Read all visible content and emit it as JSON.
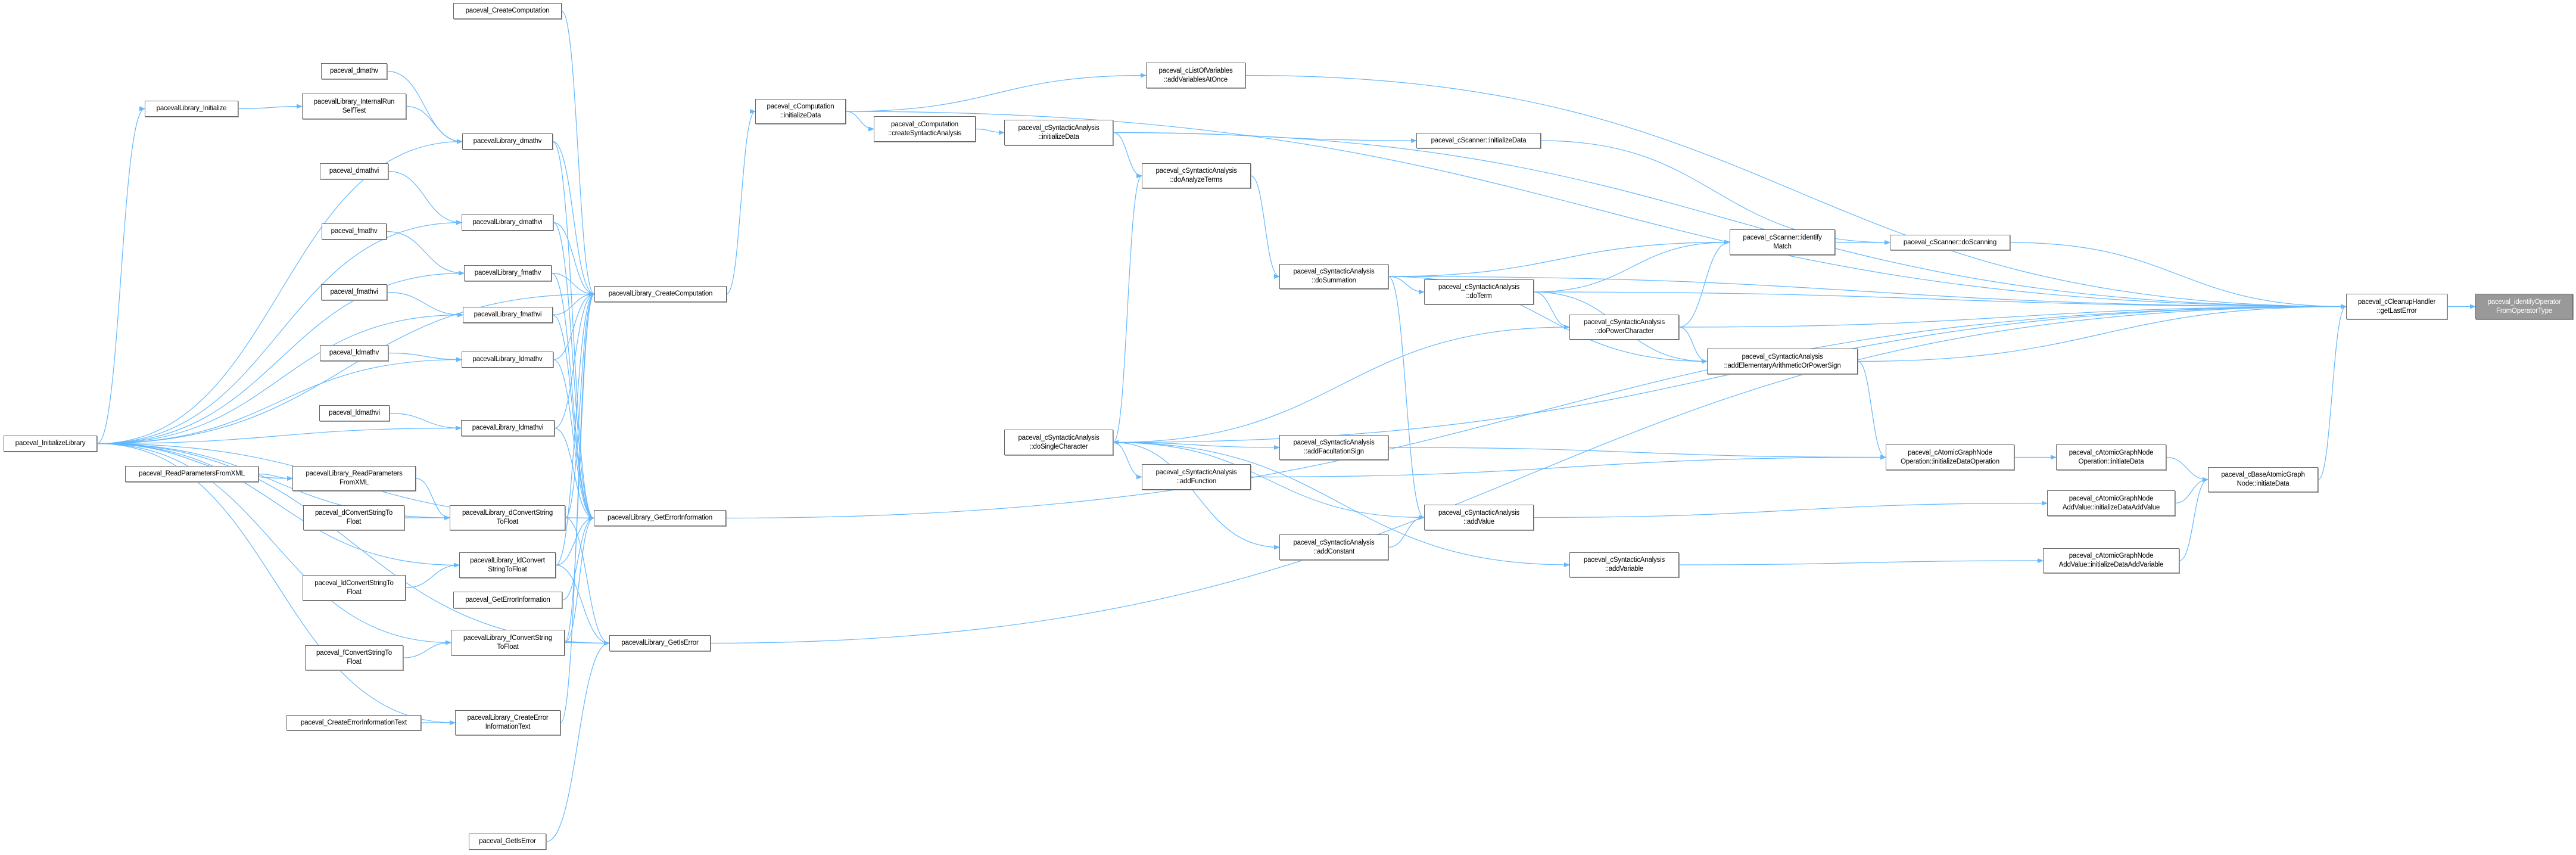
{
  "graph": {
    "type": "caller-graph",
    "focus": "ioft",
    "edge_color": "#63b8ff",
    "nodes": [
      {
        "id": "pcc",
        "label": "paceval_CreateComputation"
      },
      {
        "id": "pdv",
        "label": "paceval_dmathv"
      },
      {
        "id": "li",
        "label": "pacevalLibrary_Initialize"
      },
      {
        "id": "irst",
        "label": "pacevalLibrary_InternalRun\nSelfTest"
      },
      {
        "id": "ldv",
        "label": "pacevalLibrary_dmathv"
      },
      {
        "id": "pdvi",
        "label": "paceval_dmathvi"
      },
      {
        "id": "ldvi",
        "label": "pacevalLibrary_dmathvi"
      },
      {
        "id": "pfv",
        "label": "paceval_fmathv"
      },
      {
        "id": "lfv",
        "label": "pacevalLibrary_fmathv"
      },
      {
        "id": "pfvi",
        "label": "paceval_fmathvi"
      },
      {
        "id": "lfvi",
        "label": "pacevalLibrary_fmathvi"
      },
      {
        "id": "lcc",
        "label": "pacevalLibrary_CreateComputation"
      },
      {
        "id": "pldv",
        "label": "paceval_ldmathv"
      },
      {
        "id": "lldv",
        "label": "pacevalLibrary_ldmathv"
      },
      {
        "id": "pldvi",
        "label": "paceval_ldmathvi"
      },
      {
        "id": "lldvi",
        "label": "pacevalLibrary_ldmathvi"
      },
      {
        "id": "pil",
        "label": "paceval_InitializeLibrary"
      },
      {
        "id": "prp",
        "label": "paceval_ReadParametersFromXML"
      },
      {
        "id": "lrp",
        "label": "pacevalLibrary_ReadParameters\nFromXML"
      },
      {
        "id": "pdc",
        "label": "paceval_dConvertStringTo\nFloat"
      },
      {
        "id": "ldc",
        "label": "pacevalLibrary_dConvertString\nToFloat"
      },
      {
        "id": "lgei",
        "label": "pacevalLibrary_GetErrorInformation"
      },
      {
        "id": "lldc",
        "label": "pacevalLibrary_ldConvert\nStringToFloat"
      },
      {
        "id": "pldc",
        "label": "paceval_ldConvertStringTo\nFloat"
      },
      {
        "id": "pgei",
        "label": "paceval_GetErrorInformation"
      },
      {
        "id": "lfc",
        "label": "pacevalLibrary_fConvertString\nToFloat"
      },
      {
        "id": "lgie",
        "label": "pacevalLibrary_GetIsError"
      },
      {
        "id": "pfc",
        "label": "paceval_fConvertStringTo\nFloat"
      },
      {
        "id": "pceit",
        "label": "paceval_CreateErrorInformationText"
      },
      {
        "id": "lceit",
        "label": "pacevalLibrary_CreateError\nInformationText"
      },
      {
        "id": "pgie",
        "label": "paceval_GetIsError"
      },
      {
        "id": "cci",
        "label": "paceval_cComputation\n::initializeData"
      },
      {
        "id": "lov",
        "label": "paceval_cListOfVariables\n::addVariablesAtOnce"
      },
      {
        "id": "ccsa",
        "label": "paceval_cComputation\n::createSyntacticAnalysis"
      },
      {
        "id": "sai",
        "label": "paceval_cSyntacticAnalysis\n::initializeData"
      },
      {
        "id": "sci",
        "label": "paceval_cScanner::initializeData"
      },
      {
        "id": "dat",
        "label": "paceval_cSyntacticAnalysis\n::doAnalyzeTerms"
      },
      {
        "id": "dsum",
        "label": "paceval_cSyntacticAnalysis\n::doSummation"
      },
      {
        "id": "dterm",
        "label": "paceval_cSyntacticAnalysis\n::doTerm"
      },
      {
        "id": "dpow",
        "label": "paceval_cSyntacticAnalysis\n::doPowerCharacter"
      },
      {
        "id": "dsc",
        "label": "paceval_cSyntacticAnalysis\n::doSingleCharacter"
      },
      {
        "id": "afs",
        "label": "paceval_cSyntacticAnalysis\n::addFacultationSign"
      },
      {
        "id": "afn",
        "label": "paceval_cSyntacticAnalysis\n::addFunction"
      },
      {
        "id": "aval",
        "label": "paceval_cSyntacticAnalysis\n::addValue"
      },
      {
        "id": "acon",
        "label": "paceval_cSyntacticAnalysis\n::addConstant"
      },
      {
        "id": "avar",
        "label": "paceval_cSyntacticAnalysis\n::addVariable"
      },
      {
        "id": "im",
        "label": "paceval_cScanner::identify\nMatch"
      },
      {
        "id": "ds",
        "label": "paceval_cScanner::doScanning"
      },
      {
        "id": "gle",
        "label": "paceval_cCleanupHandler\n::getLastError"
      },
      {
        "id": "ioft",
        "label": "paceval_identifyOperator\nFromOperatorType"
      },
      {
        "id": "aeap",
        "label": "paceval_cSyntacticAnalysis\n::addElementaryArithmeticOrPowerSign"
      },
      {
        "id": "ido",
        "label": "paceval_cAtomicGraphNode\nOperation::initializeDataOperation"
      },
      {
        "id": "oid",
        "label": "paceval_cAtomicGraphNode\nOperation::initiateData"
      },
      {
        "id": "bid",
        "label": "paceval_cBaseAtomicGraph\nNode::initiateData"
      },
      {
        "id": "idav",
        "label": "paceval_cAtomicGraphNode\nAddValue::initializeDataAddValue"
      },
      {
        "id": "idavr",
        "label": "paceval_cAtomicGraphNode\nAddValue::initializeDataAddVariable"
      }
    ],
    "edges": [
      [
        "pil",
        "li"
      ],
      [
        "pil",
        "ldv"
      ],
      [
        "pil",
        "ldvi"
      ],
      [
        "pil",
        "lfv"
      ],
      [
        "pil",
        "lfvi"
      ],
      [
        "pil",
        "lldv"
      ],
      [
        "pil",
        "lldvi"
      ],
      [
        "pil",
        "lrp"
      ],
      [
        "pil",
        "ldc"
      ],
      [
        "pil",
        "lldc"
      ],
      [
        "pil",
        "lfc"
      ],
      [
        "pil",
        "lceit"
      ],
      [
        "pil",
        "lcc"
      ],
      [
        "pil",
        "lgei"
      ],
      [
        "pil",
        "lgie"
      ],
      [
        "li",
        "irst"
      ],
      [
        "irst",
        "ldv"
      ],
      [
        "pdv",
        "ldv"
      ],
      [
        "pdvi",
        "ldvi"
      ],
      [
        "pfv",
        "lfv"
      ],
      [
        "pfvi",
        "lfvi"
      ],
      [
        "pldv",
        "lldv"
      ],
      [
        "pldvi",
        "lldvi"
      ],
      [
        "ldv",
        "lcc"
      ],
      [
        "ldv",
        "lgei"
      ],
      [
        "ldvi",
        "lcc"
      ],
      [
        "ldvi",
        "lgei"
      ],
      [
        "lfv",
        "lcc"
      ],
      [
        "lfv",
        "lgei"
      ],
      [
        "lfvi",
        "lcc"
      ],
      [
        "lfvi",
        "lgei"
      ],
      [
        "lldv",
        "lcc"
      ],
      [
        "lldv",
        "lgei"
      ],
      [
        "lldvi",
        "lcc"
      ],
      [
        "lldvi",
        "lgei"
      ],
      [
        "pcc",
        "lcc"
      ],
      [
        "prp",
        "lrp"
      ],
      [
        "lrp",
        "ldc"
      ],
      [
        "pdc",
        "ldc"
      ],
      [
        "ldc",
        "lgei"
      ],
      [
        "ldc",
        "lgie"
      ],
      [
        "ldc",
        "lcc"
      ],
      [
        "pldc",
        "lldc"
      ],
      [
        "lldc",
        "lgei"
      ],
      [
        "lldc",
        "lgie"
      ],
      [
        "lldc",
        "lcc"
      ],
      [
        "pgei",
        "lgei"
      ],
      [
        "pfc",
        "lfc"
      ],
      [
        "lfc",
        "lgie"
      ],
      [
        "lfc",
        "lgei"
      ],
      [
        "lfc",
        "lcc"
      ],
      [
        "pceit",
        "lceit"
      ],
      [
        "lceit",
        "lcc"
      ],
      [
        "pgie",
        "lgie"
      ],
      [
        "lcc",
        "cci"
      ],
      [
        "lgei",
        "gle"
      ],
      [
        "lgie",
        "gle"
      ],
      [
        "cci",
        "lov"
      ],
      [
        "cci",
        "ccsa"
      ],
      [
        "cci",
        "gle"
      ],
      [
        "lov",
        "gle"
      ],
      [
        "ccsa",
        "sai"
      ],
      [
        "sai",
        "sci"
      ],
      [
        "sai",
        "dat"
      ],
      [
        "sai",
        "gle"
      ],
      [
        "sci",
        "ds"
      ],
      [
        "ds",
        "gle"
      ],
      [
        "im",
        "ds"
      ],
      [
        "dat",
        "dsum"
      ],
      [
        "dsum",
        "dterm"
      ],
      [
        "dsum",
        "im"
      ],
      [
        "dsum",
        "gle"
      ],
      [
        "dsum",
        "aval"
      ],
      [
        "dsum",
        "aeap"
      ],
      [
        "dterm",
        "dpow"
      ],
      [
        "dterm",
        "im"
      ],
      [
        "dterm",
        "gle"
      ],
      [
        "dterm",
        "aeap"
      ],
      [
        "dpow",
        "im"
      ],
      [
        "dpow",
        "gle"
      ],
      [
        "dpow",
        "aeap"
      ],
      [
        "dpow",
        "dsc"
      ],
      [
        "dsc",
        "dat"
      ],
      [
        "dsc",
        "afs"
      ],
      [
        "dsc",
        "afn"
      ],
      [
        "dsc",
        "aval"
      ],
      [
        "dsc",
        "acon"
      ],
      [
        "dsc",
        "avar"
      ],
      [
        "dsc",
        "gle"
      ],
      [
        "afs",
        "ido"
      ],
      [
        "afn",
        "ido"
      ],
      [
        "aeap",
        "ido"
      ],
      [
        "aeap",
        "gle"
      ],
      [
        "ido",
        "oid"
      ],
      [
        "oid",
        "bid"
      ],
      [
        "aval",
        "idav"
      ],
      [
        "acon",
        "aval"
      ],
      [
        "avar",
        "idavr"
      ],
      [
        "idav",
        "bid"
      ],
      [
        "idavr",
        "bid"
      ],
      [
        "bid",
        "gle"
      ],
      [
        "gle",
        "ioft"
      ]
    ]
  }
}
